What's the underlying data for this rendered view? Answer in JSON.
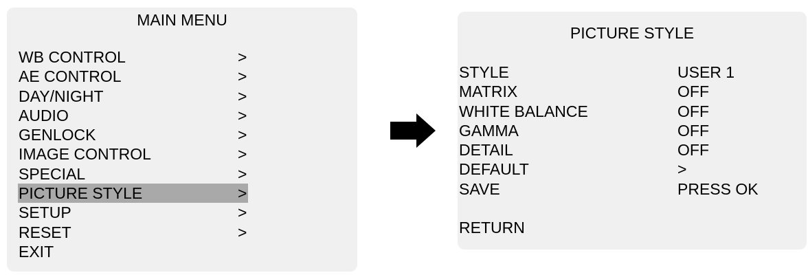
{
  "main_menu": {
    "title": "MAIN MENU",
    "items": [
      {
        "label": "WB CONTROL",
        "value": ">"
      },
      {
        "label": "AE CONTROL",
        "value": ">"
      },
      {
        "label": "DAY/NIGHT",
        "value": ">"
      },
      {
        "label": "AUDIO",
        "value": ">"
      },
      {
        "label": "GENLOCK",
        "value": ">"
      },
      {
        "label": "IMAGE CONTROL",
        "value": ">"
      },
      {
        "label": "SPECIAL",
        "value": ">"
      },
      {
        "label": "PICTURE STYLE",
        "value": ">"
      },
      {
        "label": "SETUP",
        "value": ">"
      },
      {
        "label": "RESET",
        "value": ">"
      },
      {
        "label": "EXIT",
        "value": ""
      }
    ],
    "selected_index": 7
  },
  "transition_icon": "right-arrow-icon",
  "picture_style_menu": {
    "title": "PICTURE STYLE",
    "items": [
      {
        "label": "STYLE",
        "value": "USER 1"
      },
      {
        "label": "MATRIX",
        "value": "OFF"
      },
      {
        "label": "WHITE BALANCE",
        "value": "OFF"
      },
      {
        "label": "GAMMA",
        "value": "OFF"
      },
      {
        "label": "DETAIL",
        "value": "OFF"
      },
      {
        "label": "DEFAULT",
        "value": ">"
      },
      {
        "label": "SAVE",
        "value": "PRESS OK"
      }
    ],
    "return_label": "RETURN"
  },
  "colors": {
    "panel_background": "#f0f0f0",
    "selection_highlight": "#a9a9a9",
    "text": "#000000"
  }
}
